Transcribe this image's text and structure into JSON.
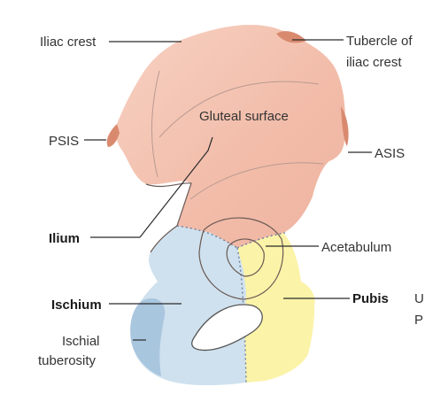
{
  "labels": {
    "iliac_crest": "Iliac crest",
    "tubercle_line1": "Tubercle of",
    "tubercle_line2": "iliac crest",
    "gluteal_surface": "Gluteal surface",
    "psis": "PSIS",
    "asis": "ASIS",
    "ilium": "Ilium",
    "acetabulum": "Acetabulum",
    "ischium": "Ischium",
    "pubis": "Pubis",
    "ischial_tuberosity_line1": "Ischial",
    "ischial_tuberosity_line2": "tuberosity",
    "edge_fragment_1": "U",
    "edge_fragment_2": "P"
  },
  "colors": {
    "ilium": "#f3c2b1",
    "ischium": "#cfe1ee",
    "pubis": "#fbf3a8",
    "tuberosity": "#a9c6df",
    "spine_tips": "#d98a6e"
  }
}
